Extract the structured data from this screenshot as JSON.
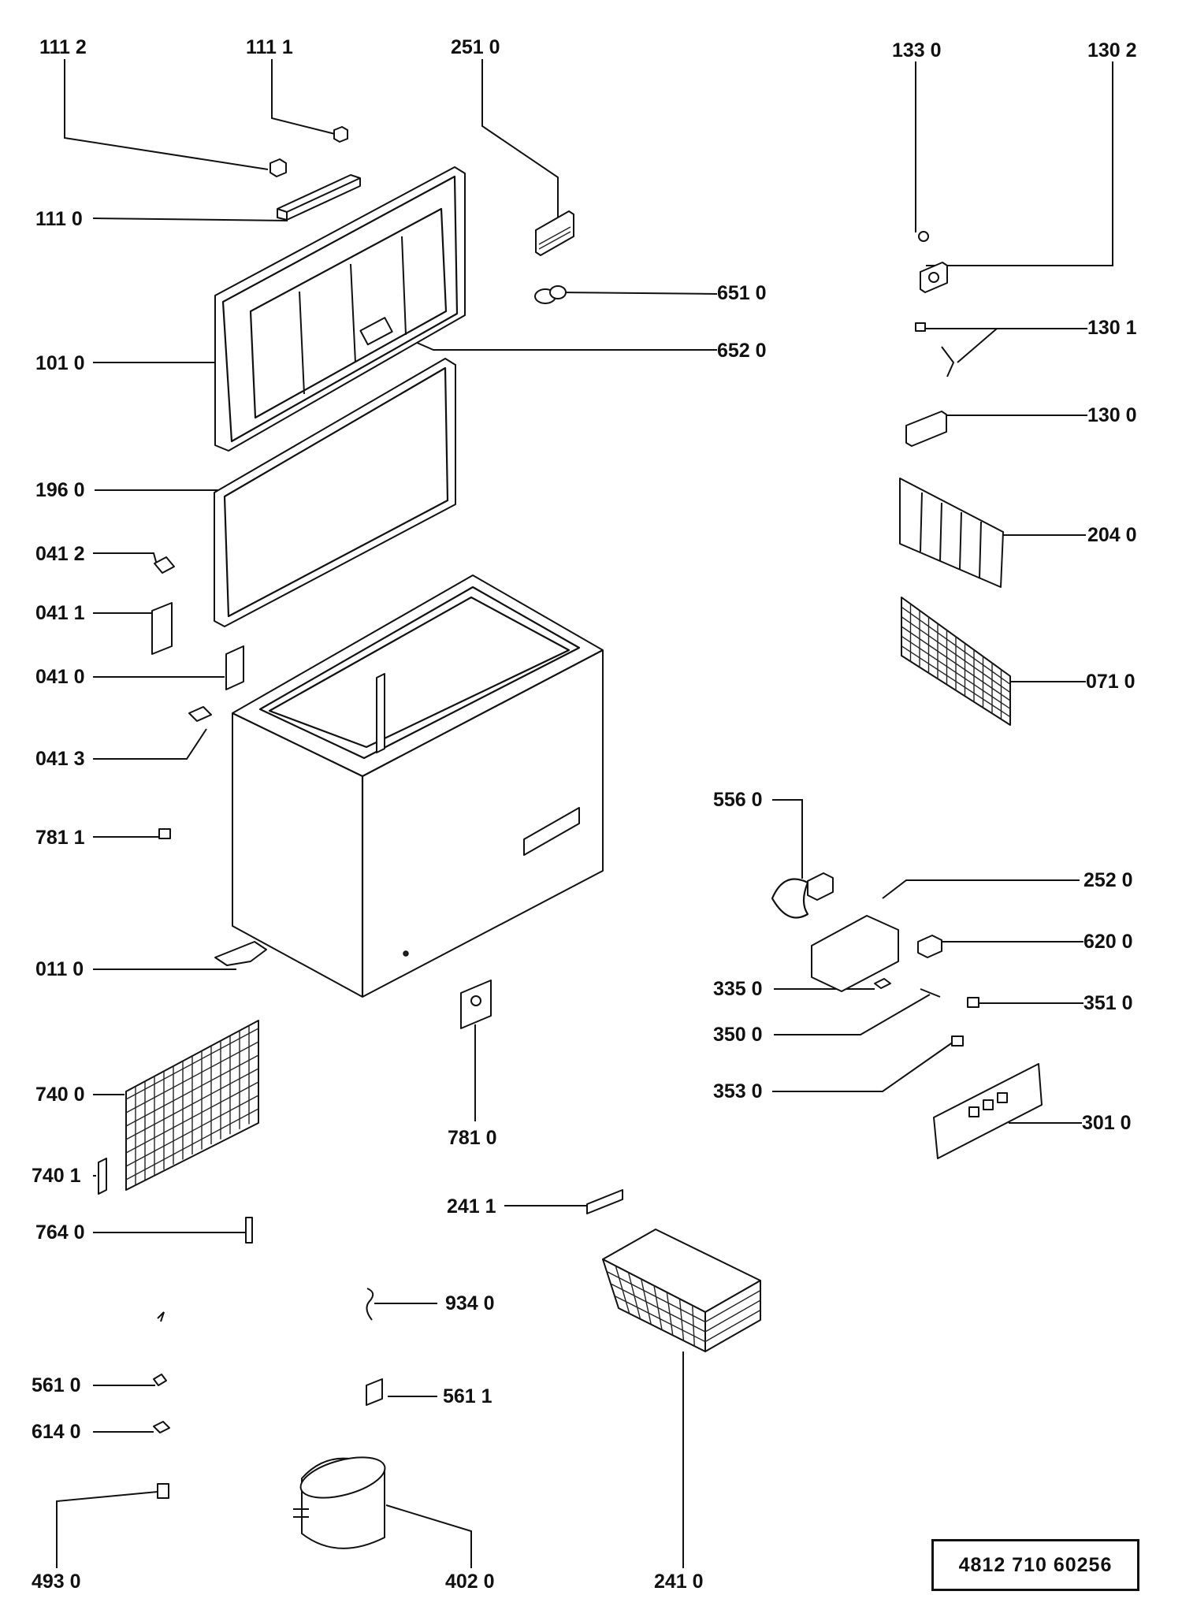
{
  "document_number": "4812  710  60256",
  "callouts": [
    {
      "id": "c1112",
      "text": "111 2"
    },
    {
      "id": "c1111",
      "text": "111 1"
    },
    {
      "id": "c2510",
      "text": "251 0"
    },
    {
      "id": "c1330",
      "text": "133 0"
    },
    {
      "id": "c1302",
      "text": "130 2"
    },
    {
      "id": "c1110",
      "text": "111 0"
    },
    {
      "id": "c6510",
      "text": "651 0"
    },
    {
      "id": "c1301",
      "text": "130 1"
    },
    {
      "id": "c1010",
      "text": "101 0"
    },
    {
      "id": "c6520",
      "text": "652 0"
    },
    {
      "id": "c1300",
      "text": "130 0"
    },
    {
      "id": "c1960",
      "text": "196 0"
    },
    {
      "id": "c2040",
      "text": "204 0"
    },
    {
      "id": "c0412",
      "text": "041 2"
    },
    {
      "id": "c0411",
      "text": "041 1"
    },
    {
      "id": "c0410",
      "text": "041 0"
    },
    {
      "id": "c0710",
      "text": "071 0"
    },
    {
      "id": "c0413",
      "text": "041 3"
    },
    {
      "id": "c5560",
      "text": "556 0"
    },
    {
      "id": "c7811",
      "text": "781 1"
    },
    {
      "id": "c2520",
      "text": "252 0"
    },
    {
      "id": "c6200",
      "text": "620 0"
    },
    {
      "id": "c0110",
      "text": "011 0"
    },
    {
      "id": "c3350",
      "text": "335 0"
    },
    {
      "id": "c3510",
      "text": "351 0"
    },
    {
      "id": "c3500",
      "text": "350 0"
    },
    {
      "id": "c7400",
      "text": "740 0"
    },
    {
      "id": "c3530",
      "text": "353 0"
    },
    {
      "id": "c3010",
      "text": "301 0"
    },
    {
      "id": "c7810",
      "text": "781 0"
    },
    {
      "id": "c7401",
      "text": "740 1"
    },
    {
      "id": "c2411",
      "text": "241 1"
    },
    {
      "id": "c7640",
      "text": "764 0"
    },
    {
      "id": "c9340",
      "text": "934 0"
    },
    {
      "id": "c5610",
      "text": "561 0"
    },
    {
      "id": "c5611",
      "text": "561 1"
    },
    {
      "id": "c6140",
      "text": "614 0"
    },
    {
      "id": "c4930",
      "text": "493 0"
    },
    {
      "id": "c4020",
      "text": "402  0"
    },
    {
      "id": "c2410",
      "text": "241  0"
    }
  ]
}
